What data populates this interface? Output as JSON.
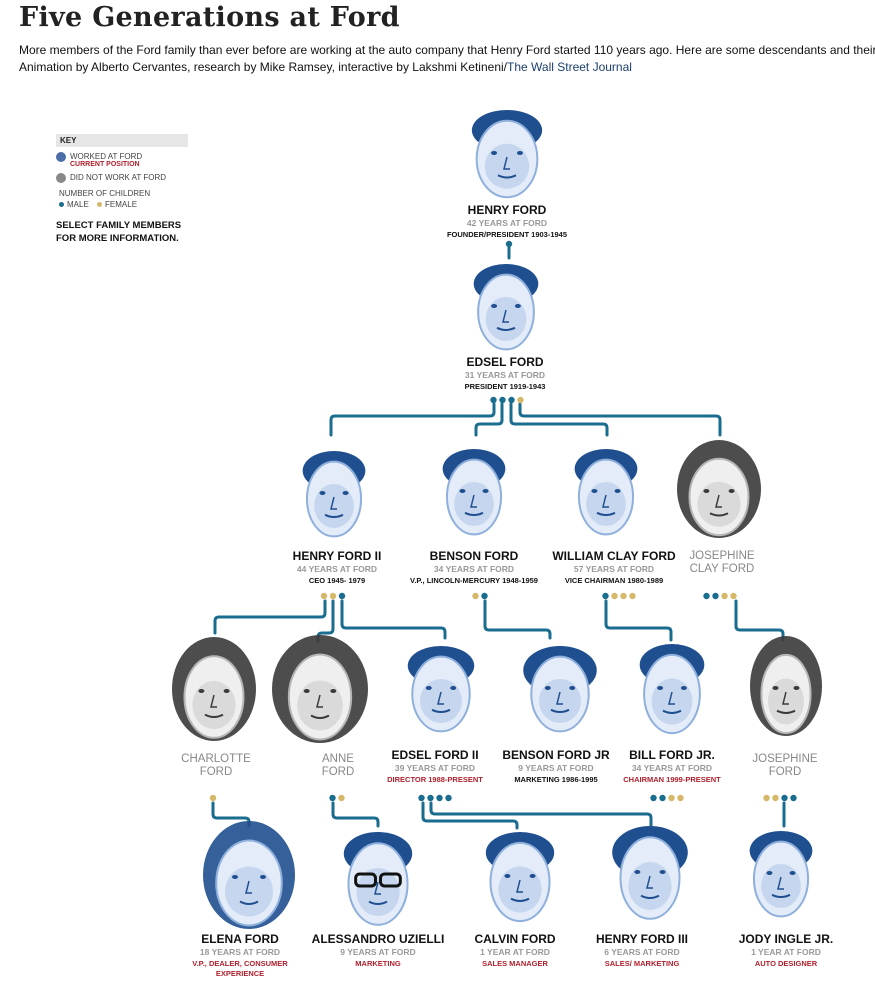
{
  "header": {
    "title": "Five Generations at Ford",
    "subtitle_line1": "More members of the Ford family than ever before are working at the auto company that Henry Ford started 110 years ago. Here are some descendants and their roles.",
    "subtitle_line2_prefix": "Animation by Alberto Cervantes, research by Mike Ramsey, interactive by Lakshmi Ketineni/",
    "subtitle_line2_source": "The Wall Street Journal"
  },
  "key": {
    "heading": "KEY",
    "worked": "WORKED  AT FORD",
    "current": "CURRENT POSITION",
    "not_worked": "DID NOT WORK AT FORD",
    "children": "NUMBER OF CHILDREN",
    "male": "MALE",
    "female": "FEMALE",
    "select_line1": "SELECT FAMILY MEMBERS",
    "select_line2": "FOR MORE INFORMATION."
  },
  "colors": {
    "male": "#1a6d8f",
    "female": "#d6b86a",
    "line": "#1a6d8f",
    "current": "#b0212e",
    "worked": "#4d6fa8",
    "not_worked": "#888888"
  },
  "people": [
    {
      "id": "henry-ford",
      "name": "HENRY FORD",
      "years": "42 YEARS AT FORD",
      "position": "FOUNDER/PRESIDENT 1903-1945",
      "worked": true,
      "current": false,
      "children": [
        "m"
      ]
    },
    {
      "id": "edsel-ford",
      "name": "EDSEL FORD",
      "years": "31 YEARS AT FORD",
      "position": "PRESIDENT 1919-1943",
      "worked": true,
      "current": false,
      "children": [
        "m",
        "m",
        "m",
        "f"
      ]
    },
    {
      "id": "henry-ford-ii",
      "name": "HENRY FORD II",
      "years": "44 YEARS AT FORD",
      "position": "CEO 1945- 1979",
      "worked": true,
      "current": false,
      "children": [
        "f",
        "f",
        "m"
      ]
    },
    {
      "id": "benson-ford",
      "name": "BENSON FORD",
      "years": "34 YEARS AT FORD",
      "position": "V.P., LINCOLN-MERCURY 1948-1959",
      "worked": true,
      "current": false,
      "children": [
        "f",
        "m"
      ]
    },
    {
      "id": "william-clay-ford",
      "name": "WILLIAM CLAY FORD",
      "years": "57 YEARS AT FORD",
      "position": "VICE CHAIRMAN 1980-1989",
      "worked": true,
      "current": false,
      "children": [
        "m",
        "f",
        "f",
        "f"
      ]
    },
    {
      "id": "josephine-clay-ford",
      "name_line1": "JOSEPHINE",
      "name_line2": "CLAY FORD",
      "worked": false,
      "children": [
        "m",
        "m",
        "f",
        "f"
      ]
    },
    {
      "id": "charlotte-ford",
      "name_line1": "CHARLOTTE",
      "name_line2": "FORD",
      "worked": false,
      "children": [
        "f"
      ]
    },
    {
      "id": "anne-ford",
      "name_line1": "ANNE",
      "name_line2": "FORD",
      "worked": false,
      "children": [
        "m",
        "f"
      ]
    },
    {
      "id": "edsel-ford-ii",
      "name": "EDSEL FORD II",
      "years": "39 YEARS AT FORD",
      "position": "DIRECTOR 1988-PRESENT",
      "worked": true,
      "current": true,
      "children": [
        "m",
        "m",
        "m",
        "m"
      ]
    },
    {
      "id": "benson-ford-jr",
      "name": "BENSON FORD JR",
      "years": "9 YEARS AT FORD",
      "position": "MARKETING 1986-1995",
      "worked": true,
      "current": false,
      "children": []
    },
    {
      "id": "bill-ford-jr",
      "name": "BILL FORD JR.",
      "years": "34 YEARS AT FORD",
      "position": "CHAIRMAN  1999-PRESENT",
      "worked": true,
      "current": true,
      "children": [
        "m",
        "m",
        "f",
        "f"
      ]
    },
    {
      "id": "josephine-ford",
      "name_line1": "JOSEPHINE",
      "name_line2": "FORD",
      "worked": false,
      "children": [
        "f",
        "f",
        "m",
        "m"
      ]
    },
    {
      "id": "elena-ford",
      "name": "ELENA FORD",
      "years": "18 YEARS AT FORD",
      "position_line1": "V.P., DEALER, CONSUMER",
      "position_line2": "EXPERIENCE",
      "worked": true,
      "current": true
    },
    {
      "id": "alessandro-uzielli",
      "name": "ALESSANDRO UZIELLI",
      "years": "9 YEARS AT FORD",
      "position": "MARKETING",
      "worked": true,
      "current": true
    },
    {
      "id": "calvin-ford",
      "name": "CALVIN FORD",
      "years": "1 YEAR AT FORD",
      "position": "SALES MANAGER",
      "worked": true,
      "current": true
    },
    {
      "id": "henry-ford-iii",
      "name": "HENRY FORD III",
      "years": "6 YEARS AT FORD",
      "position": "SALES/ MARKETING",
      "worked": true,
      "current": true
    },
    {
      "id": "jody-ingle-jr",
      "name": "JODY INGLE JR.",
      "years": "1 YEAR AT FORD",
      "position": "AUTO DESIGNER",
      "worked": true,
      "current": true
    }
  ]
}
